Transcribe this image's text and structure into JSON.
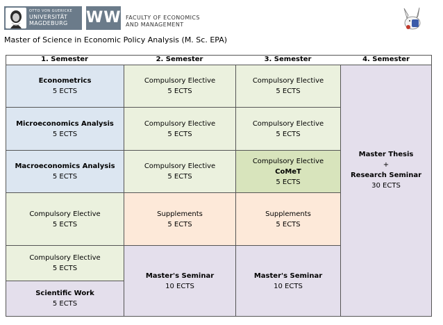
{
  "header": {
    "university_small": "OTTO VON GUERICKE",
    "university_line1": "UNIVERSITÄT",
    "university_line2": "MAGDEBURG",
    "ww_logo": "WW",
    "faculty_line1": "FACULTY OF ECONOMICS",
    "faculty_line2": "AND MANAGEMENT",
    "mascot_icon": "mascot-icon"
  },
  "title": "Master of Science in Economic Policy Analysis (M. Sc. EPA)",
  "semesters": [
    "1. Semester",
    "2. Semester",
    "3. Semester",
    "4. Semester"
  ],
  "columns": {
    "s1": [
      {
        "title": "Econometrics",
        "ects": "5 ECTS"
      },
      {
        "title": "Microeconomics Analysis",
        "ects": "5 ECTS"
      },
      {
        "title": "Macroeconomics Analysis",
        "ects": "5 ECTS"
      },
      {
        "title": "Compulsory Elective",
        "ects": "5 ECTS"
      },
      {
        "title": "Compulsory Elective",
        "ects": "5 ECTS"
      },
      {
        "title": "Scientific Work",
        "ects": "5 ECTS"
      }
    ],
    "s2": [
      {
        "title": "Compulsory Elective",
        "ects": "5 ECTS"
      },
      {
        "title": "Compulsory Elective",
        "ects": "5 ECTS"
      },
      {
        "title": "Compulsory Elective",
        "ects": "5 ECTS"
      },
      {
        "title": "Supplements",
        "ects": "5 ECTS"
      },
      {
        "title": "Master's Seminar",
        "ects": "10 ECTS"
      }
    ],
    "s3": [
      {
        "title": "Compulsory Elective",
        "ects": "5 ECTS"
      },
      {
        "title": "Compulsory Elective",
        "ects": "5 ECTS"
      },
      {
        "title": "Compulsory Elective",
        "subtitle": "CoMeT",
        "ects": "5 ECTS"
      },
      {
        "title": "Supplements",
        "ects": "5 ECTS"
      },
      {
        "title": "Master's Seminar",
        "ects": "10 ECTS"
      }
    ],
    "s4": {
      "title": "Master Thesis",
      "plus": "+",
      "title2": "Research Seminar",
      "ects": "30 ECTS"
    }
  },
  "colors": {
    "blue": "#dce6f1",
    "green": "#ebf1de",
    "green_dark": "#d8e4bc",
    "peach": "#fde9d9",
    "lilac": "#e4dfec",
    "logo": "#6b7b8a"
  }
}
